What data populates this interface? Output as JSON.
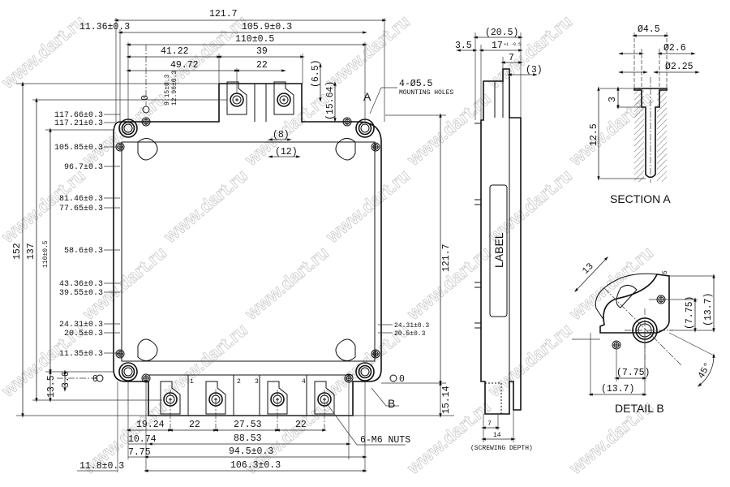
{
  "watermark": "www.dart.ru",
  "top_view": {
    "top_dims": {
      "overall_width": "121.7",
      "width_105_9": "105.9±0.3",
      "offset_11_36": "11.36±0.3",
      "hole_pitch": "110±0.5",
      "d41_22": "41.22",
      "d39": "39",
      "d49_72": "49.72",
      "d22_top": "22",
      "d6_5": "(6.5)",
      "d15_64": "(15.64)",
      "d8": "(8)",
      "d12": "(12)",
      "d9_15": "9.15±0.3",
      "d12_96": "12.96±0.3",
      "zero_top": "0"
    },
    "mounting_holes": "4-Ø5.5",
    "mounting_holes_sub": "MOUNTING HOLES",
    "label_a": "A",
    "label_b": "B",
    "left_dims": [
      "117.66±0.3",
      "117.21±0.3",
      "105.85±0.3",
      "96.7±0.3",
      "81.46±0.3",
      "77.65±0.3",
      "58.6±0.3",
      "43.36±0.3",
      "39.55±0.3",
      "24.31±0.3",
      "20.5±0.3",
      "11.35±0.3"
    ],
    "zero_left": "0",
    "zero_right": "0",
    "vertical_dims": {
      "d152": "152",
      "d137": "137",
      "d110": "110±0.5",
      "d13_5": "13.5",
      "d3_6": "3.6"
    },
    "right_dims": {
      "d121_7": "121.7",
      "d15_14": "15.14",
      "d24_31": "24.31±0.3",
      "d20_5": "20.5±0.3"
    },
    "bottom_dims": {
      "d19_24": "19.24",
      "d22a": "22",
      "d27_53": "27.53",
      "d22b": "22",
      "d10_74": "10.74",
      "d88_53": "88.53",
      "d7_75": "7.75",
      "d94_5": "94.5±0.3",
      "d11_8": "11.8±0.3",
      "d106_3": "106.3±0.3"
    },
    "nuts": "6-M6 NUTS",
    "terminal_numbers": [
      "1",
      "2",
      "3",
      "4"
    ]
  },
  "side_view": {
    "d20_5": "(20.5)",
    "d3_5": "3.5",
    "d17": "17",
    "d17_tol": "+1 -0.5",
    "d7": "7",
    "d3": "(3)",
    "label": "LABEL",
    "d7_bottom": "7",
    "d14": "14",
    "screwing_depth": "(SCREWING DEPTH)"
  },
  "section_a": {
    "title": "SECTION A",
    "d4_5": "Ø4.5",
    "d2_6": "Ø2.6",
    "d2_25": "Ø2.25",
    "d3": "3",
    "d12_5": "12.5"
  },
  "detail_b": {
    "title": "DETAIL B",
    "d13": "13",
    "d5": "5",
    "d7_75_v": "(7.75)",
    "d13_7_v": "(13.7)",
    "angle": "45°",
    "d7_75_h": "(7.75)",
    "d13_7_h": "(13.7)"
  }
}
